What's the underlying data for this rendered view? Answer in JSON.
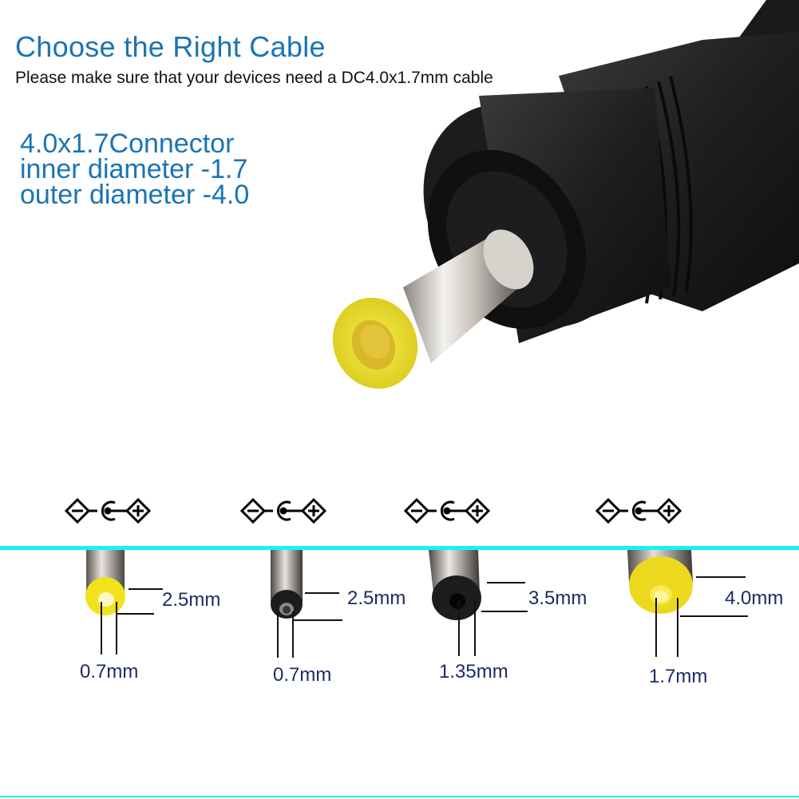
{
  "header": {
    "title": "Choose the Right Cable",
    "subtitle": "Please make sure that your devices need a DC4.0x1.7mm cable"
  },
  "spec": {
    "connector": "4.0x1.7Connector",
    "inner": "inner diameter -1.7",
    "outer": "outer diameter -4.0"
  },
  "colors": {
    "title_blue": "#1a74b4",
    "dimension_navy": "#1d2a66",
    "divider_cyan": "#19f2f5",
    "tip_yellow": "#f2e21e",
    "tip_black": "#1c1c1c",
    "plug_body_black": "#1f1f1f"
  },
  "polarity_symbol": {
    "icon": "center-positive-polarity-icon",
    "left": "minus",
    "center": "C",
    "right": "plus"
  },
  "connectors": [
    {
      "outer": "2.5mm",
      "inner": "0.7mm",
      "tip_color": "yellow"
    },
    {
      "outer": "2.5mm",
      "inner": "0.7mm",
      "tip_color": "black"
    },
    {
      "outer": "3.5mm",
      "inner": "1.35mm",
      "tip_color": "black"
    },
    {
      "outer": "4.0mm",
      "inner": "1.7mm",
      "tip_color": "yellow"
    }
  ]
}
